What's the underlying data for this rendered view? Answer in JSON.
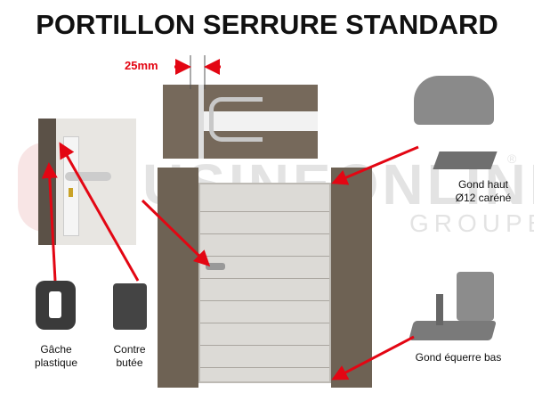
{
  "title": "PORTILLON SERRURE STANDARD",
  "dimension": "25mm",
  "watermark": {
    "brand": "USINEONLINE",
    "sub": "GROUPE",
    "mark": "®"
  },
  "labels": {
    "gond_haut_1": "Gond haut",
    "gond_haut_2": "Ø12 caréné",
    "gond_bas": "Gond équerre bas",
    "gache_1": "Gâche",
    "gache_2": "plastique",
    "contre_1": "Contre",
    "contre_2": "butée"
  },
  "colors": {
    "arrow": "#e30613",
    "post": "#6e6254",
    "gate": "#dcdad6"
  }
}
